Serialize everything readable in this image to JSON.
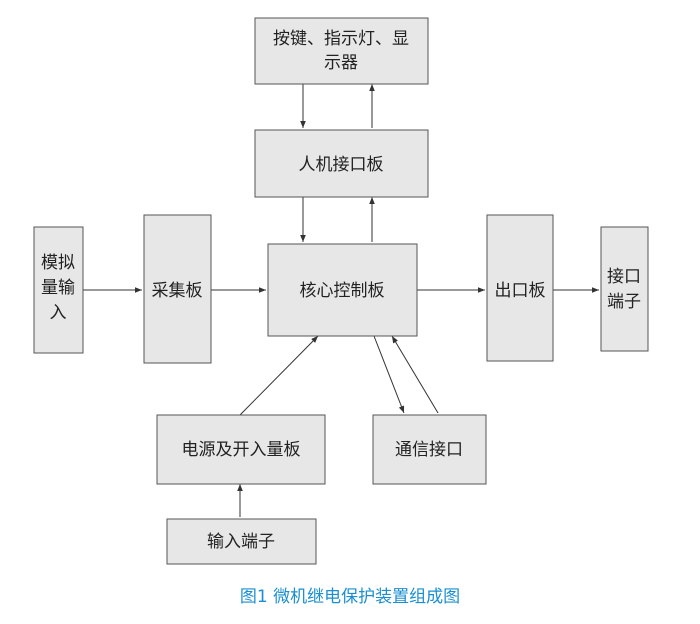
{
  "nodes": {
    "buttons": "按键、指示灯、显示器",
    "hmi_board": "人机接口板",
    "analog_input": "模拟量输入",
    "acquisition_board": "采集板",
    "core_board": "核心控制板",
    "output_board": "出口板",
    "terminal": "接口端子",
    "power_board": "电源及开入量板",
    "comm_interface": "通信接口",
    "input_terminal": "输入端子"
  },
  "caption": "图1 微机继电保护装置组成图",
  "colors": {
    "box_fill": "#e7e7e7",
    "box_stroke": "#555555",
    "caption": "#1a8fd1"
  }
}
